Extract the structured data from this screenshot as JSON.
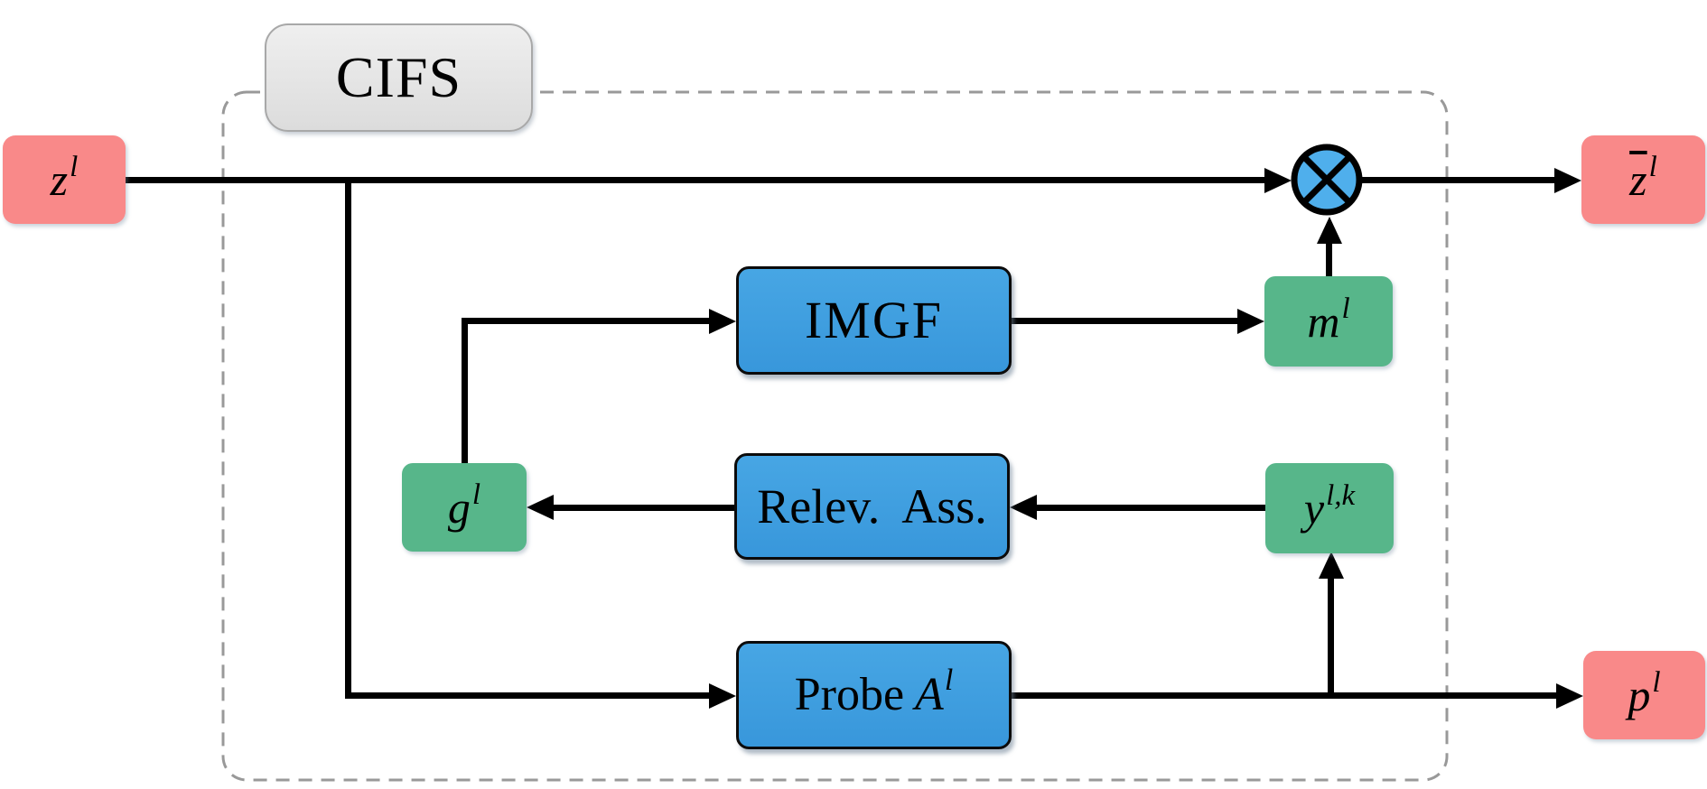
{
  "diagram": {
    "container_label": "CIFS",
    "nodes": {
      "z_in": {
        "base": "z",
        "sup": "l"
      },
      "z_out": {
        "base": "z",
        "sup": "l",
        "overbar": true
      },
      "p_out": {
        "base": "p",
        "sup": "l"
      },
      "m": {
        "base": "m",
        "sup": "l"
      },
      "g": {
        "base": "g",
        "sup": "l"
      },
      "y": {
        "base": "y",
        "sup": "l,k"
      },
      "imgf": {
        "label": "IMGF"
      },
      "relev": {
        "label": "Relev.  Ass."
      },
      "probe": {
        "prefix": "Probe",
        "base": "A",
        "sup": "l"
      }
    },
    "operator": {
      "icon": "otimes-icon",
      "symbol": "⊗"
    },
    "colors": {
      "io_box": "#F98989",
      "signal_box": "#57B68A",
      "module_box": "#3E9EDE",
      "operator_fill": "#4FAFEC",
      "label_box": "#E6E6E6",
      "label_box_border": "#A8A8A8",
      "dashed_border": "#999999",
      "edge": "#000000"
    }
  }
}
